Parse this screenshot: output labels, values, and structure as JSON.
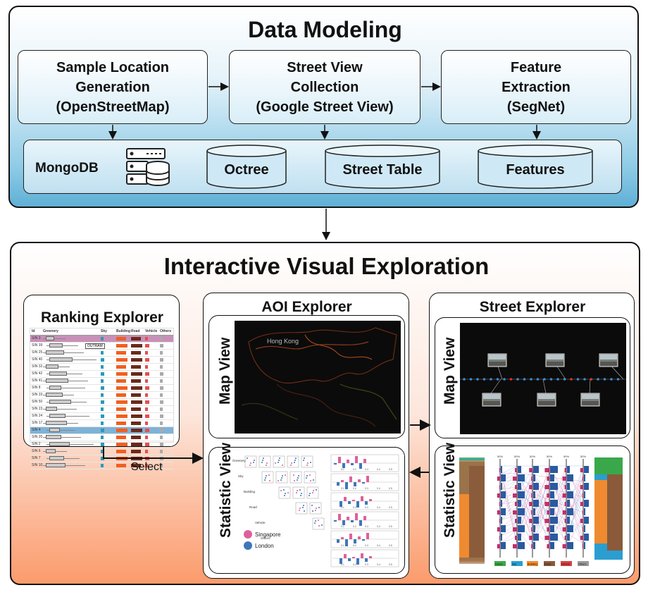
{
  "data_modeling": {
    "title": "Data Modeling",
    "steps": [
      {
        "line1": "Sample Location",
        "line2": "Generation",
        "line3": "(OpenStreetMap)"
      },
      {
        "line1": "Street View",
        "line2": "Collection",
        "line3": "(Google Street View)"
      },
      {
        "line1": "Feature",
        "line2": "Extraction",
        "line3": "(SegNet)"
      }
    ],
    "db_label": "MongoDB",
    "stores": [
      "Octree",
      "Street Table",
      "Features"
    ],
    "db_icon": "database-server-icon"
  },
  "exploration": {
    "title": "Interactive Visual Exploration",
    "ranking_explorer": {
      "title": "Ranking Explorer",
      "columns": [
        "Id",
        "Greenery",
        "Sky",
        "Building",
        "Road",
        "Vehicle",
        "Others"
      ],
      "rows": [
        "SIN 3",
        "SIN 39",
        "SIN 25",
        "SIN 40",
        "SIN 32",
        "SIN 42",
        "SIN 41",
        "SIN 8",
        "SIN 33",
        "SIN 50",
        "SIN 23",
        "SIN 24",
        "SIN 17",
        "SIN 4",
        "SIN 20",
        "SIN 2",
        "SIN 6",
        "SIN 7",
        "SIN 10"
      ],
      "tooltip": "OUTRAM",
      "highlight_colors": {
        "first": "#c890b8",
        "selected": "#7fb2d8"
      }
    },
    "select_label": "Select",
    "aoi_explorer": {
      "title": "AOI Explorer",
      "map_view": "Map View",
      "map_label": "Hong Kong",
      "statistic_view": "Statistic View",
      "matrix_labels": [
        "Greenery",
        "Sky",
        "Building",
        "Road",
        "Vehicle",
        "Others"
      ],
      "axis_ticks": [
        "0.1",
        "0.2",
        "0.3",
        "0.4",
        "0.5"
      ],
      "legend": [
        {
          "label": "Singapore",
          "color": "#e0609a"
        },
        {
          "label": "London",
          "color": "#3c78b8"
        }
      ]
    },
    "street_explorer": {
      "title": "Street Explorer",
      "map_view": "Map View",
      "statistic_view": "Statistic View",
      "axis_tags": [
        {
          "label": "Green",
          "color": "#3aa84a"
        },
        {
          "label": "Sky",
          "color": "#2a9ed0"
        },
        {
          "label": "Building",
          "color": "#f08a30"
        },
        {
          "label": "Road",
          "color": "#8a5a3a"
        },
        {
          "label": "Vehicle",
          "color": "#d84040"
        },
        {
          "label": "Others",
          "color": "#999999"
        }
      ],
      "axis_top_labels": [
        "50%",
        "50%",
        "50%",
        "50%",
        "50%",
        "50%"
      ]
    }
  }
}
